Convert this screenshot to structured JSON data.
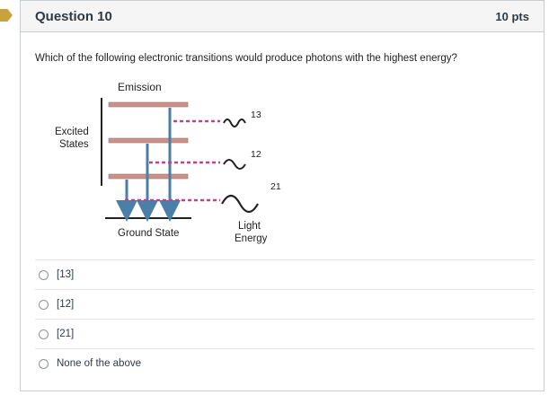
{
  "question": {
    "title": "Question 10",
    "points": "10 pts",
    "text": "Which of the following electronic transitions would produce photons with the highest energy?"
  },
  "diagram": {
    "title": "Emission",
    "excited_states_label": [
      "Excited",
      "States"
    ],
    "ground_state_label": "Ground State",
    "light_energy_label": [
      "Light",
      "Energy"
    ],
    "transition_labels": [
      "13",
      "12",
      "21"
    ],
    "colors": {
      "level": "#c9938a",
      "arrow": "#4a7fa8",
      "dash": "#c0428a"
    }
  },
  "answers": [
    {
      "label": "[13]"
    },
    {
      "label": "[12]"
    },
    {
      "label": "[21]"
    },
    {
      "label": "None of the above"
    }
  ]
}
